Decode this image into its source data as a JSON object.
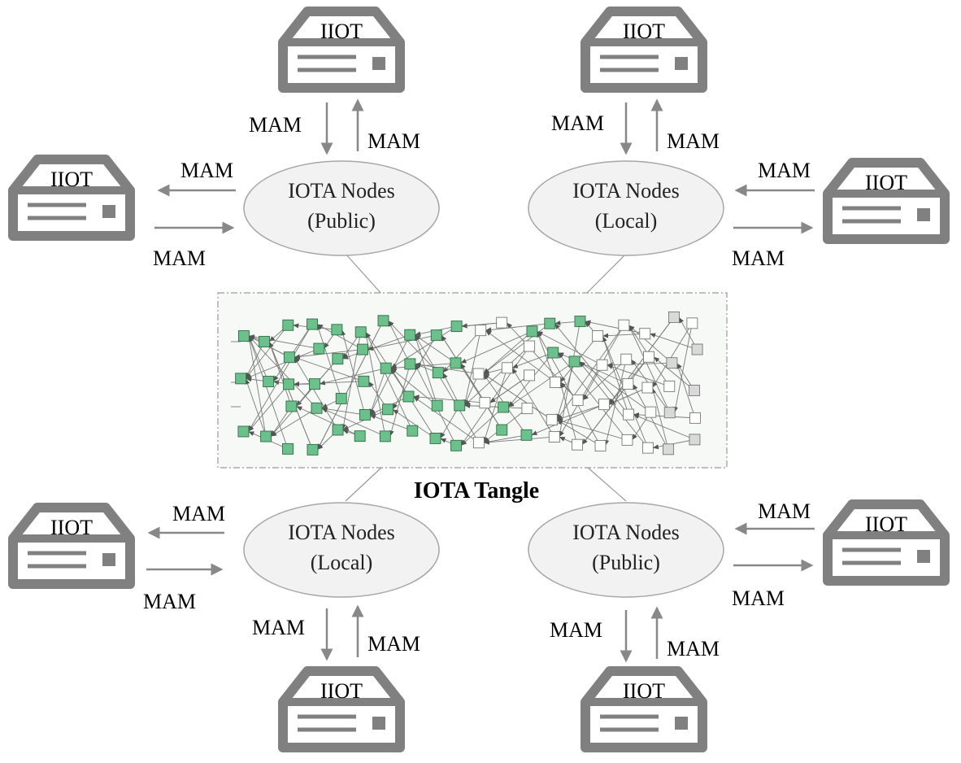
{
  "diagram": {
    "tangle_label": "IOTA Tangle",
    "device_label": "IIOT",
    "message_label": "MAM",
    "nodes": [
      {
        "id": "top-left",
        "line1": "IOTA Nodes",
        "line2": "(Public)"
      },
      {
        "id": "top-right",
        "line1": "IOTA Nodes",
        "line2": "(Local)"
      },
      {
        "id": "bottom-left",
        "line1": "IOTA Nodes",
        "line2": "(Local)"
      },
      {
        "id": "bottom-right",
        "line1": "IOTA Nodes",
        "line2": "(Public)"
      }
    ],
    "colors": {
      "device": "#808080",
      "arrow": "#888888",
      "node_fill": "#f2f2f2",
      "node_stroke": "#a6a6a6",
      "confirmed_tx": "#6cc08b",
      "pending_tx": "#ffffff",
      "tip_tx": "#d9d9d9",
      "tangle_bg": "#f6f9f5"
    }
  }
}
